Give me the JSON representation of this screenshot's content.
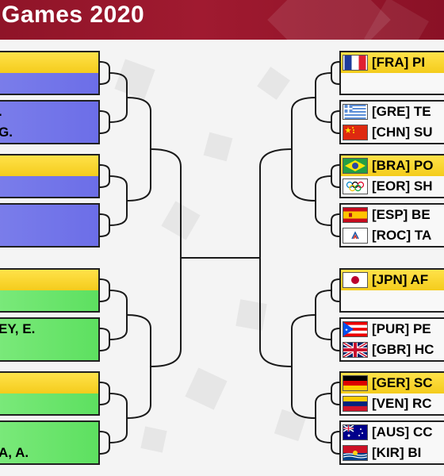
{
  "header": {
    "title": "Games 2020"
  },
  "left_bracket": {
    "match1": {
      "top": "",
      "bottom": ""
    },
    "match2": {
      "top": ".",
      "bottom": "G."
    },
    "match3": {
      "top": "",
      "bottom": ""
    },
    "match4": {
      "top": "",
      "bottom": ""
    },
    "match5": {
      "top": "",
      "bottom": ""
    },
    "match6": {
      "top": "EY, E.",
      "bottom": ""
    },
    "match7": {
      "top": "",
      "bottom": ""
    },
    "match8": {
      "top": "",
      "bottom": "A, A."
    }
  },
  "right_bracket": {
    "match1": {
      "top": {
        "flag": "flag-france-icon",
        "label": "[FRA]  PI"
      },
      "bottom": {
        "flag": "",
        "label": ""
      }
    },
    "match2": {
      "top": {
        "flag": "flag-greece-icon",
        "label": "[GRE]  TE"
      },
      "bottom": {
        "flag": "flag-china-icon",
        "label": "[CHN]  SU"
      }
    },
    "match3": {
      "top": {
        "flag": "flag-brazil-icon",
        "label": "[BRA]  PO"
      },
      "bottom": {
        "flag": "olympic-rings-icon",
        "label": "[EOR]  SH"
      }
    },
    "match4": {
      "top": {
        "flag": "flag-spain-icon",
        "label": "[ESP]  BE"
      },
      "bottom": {
        "flag": "flag-roc-icon",
        "label": "[ROC]  TA"
      }
    },
    "match5": {
      "top": {
        "flag": "flag-japan-icon",
        "label": "[JPN]  AF"
      },
      "bottom": {
        "flag": "",
        "label": ""
      }
    },
    "match6": {
      "top": {
        "flag": "flag-puerto-rico-icon",
        "label": "[PUR]  PE"
      },
      "bottom": {
        "flag": "flag-great-britain-icon",
        "label": "[GBR]  HC"
      }
    },
    "match7": {
      "top": {
        "flag": "flag-germany-icon",
        "label": "[GER]  SC"
      },
      "bottom": {
        "flag": "flag-venezuela-icon",
        "label": "[VEN]  RC"
      }
    },
    "match8": {
      "top": {
        "flag": "flag-australia-icon",
        "label": "[AUS]  CC"
      },
      "bottom": {
        "flag": "flag-kiribati-icon",
        "label": "[KIR]  BI"
      }
    }
  },
  "colors": {
    "header_red": "#9a172d",
    "left_top_half_blue": "#6c6ee8",
    "left_bottom_half_green": "#5de060",
    "advancing_yellow": "#f4cc1c"
  }
}
